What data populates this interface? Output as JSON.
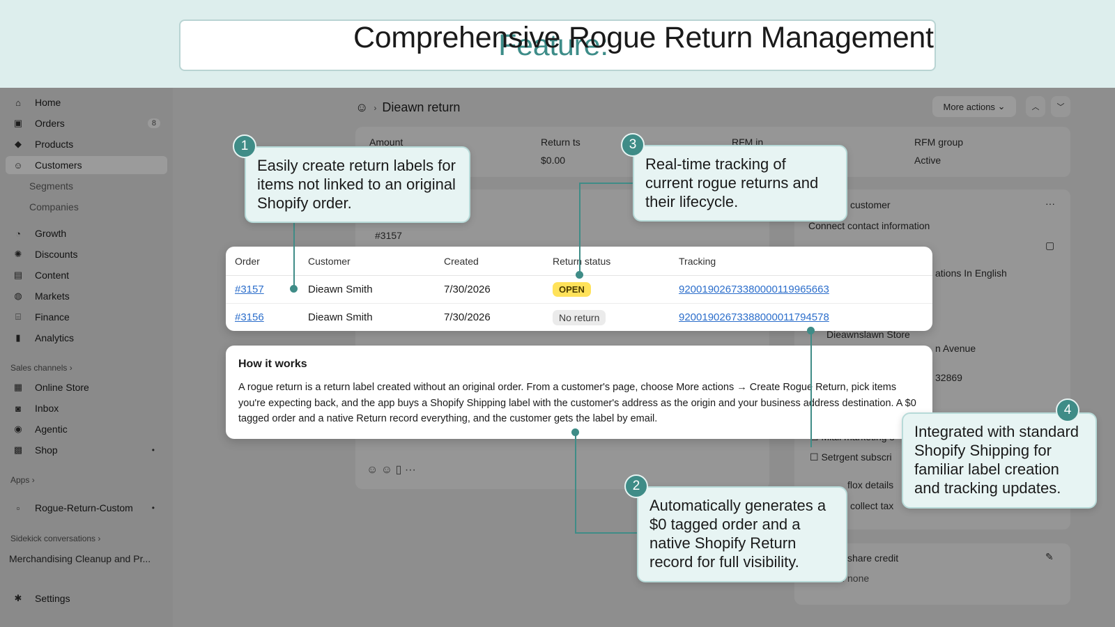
{
  "banner": {
    "accent": "Feature:",
    "title": "Comprehensive Rogue Return Management"
  },
  "sidebar": {
    "items": [
      {
        "label": "Home",
        "icon": "home-icon"
      },
      {
        "label": "Orders",
        "icon": "orders-icon",
        "badge": "8"
      },
      {
        "label": "Products",
        "icon": "tag-icon"
      },
      {
        "label": "Customers",
        "icon": "person-icon"
      },
      {
        "label": "Segments"
      },
      {
        "label": "Companies"
      },
      {
        "label": "Growth",
        "icon": "gauge-icon"
      },
      {
        "label": "Discounts",
        "icon": "discount-icon"
      },
      {
        "label": "Content",
        "icon": "content-icon"
      },
      {
        "label": "Markets",
        "icon": "globe-icon"
      },
      {
        "label": "Finance",
        "icon": "bank-icon"
      },
      {
        "label": "Analytics",
        "icon": "bar-chart-icon"
      }
    ],
    "sales_channels_label": "Sales channels",
    "channels": [
      {
        "label": "Online Store",
        "icon": "store-icon"
      },
      {
        "label": "Inbox",
        "icon": "inbox-icon"
      },
      {
        "label": "Agentic",
        "icon": "agentic-icon"
      },
      {
        "label": "Shop",
        "icon": "shop-icon"
      }
    ],
    "apps_label": "Apps",
    "app_item": "Rogue-Return-Custom",
    "sidekick_label": "Sidekick conversations",
    "sidekick_item": "Merchandising Cleanup and Pr...",
    "settings_label": "Settings"
  },
  "header": {
    "breadcrumb": "Dieawn return",
    "more_actions": "More actions"
  },
  "background": {
    "amount_label": "Amount",
    "returns_label": "Return ts",
    "returns_value": "$0.00",
    "rfm_label": "RFM in",
    "rfm_group_label": "RFM group",
    "rfm_group_value": "Active",
    "order_ref": "#3157",
    "customer_label": "customer",
    "contact_info": "Connect contact information",
    "language": "ations In English",
    "store": "Dieawnslawn Store",
    "avenue": "n Avenue",
    "zip": "32869",
    "mail_marketing": "Miail marketing s",
    "sms": "Setrgent subscri",
    "flox_details": "flox details",
    "collect_tax": "collect tax",
    "share_credit": "share credit",
    "no_items": "No item: none"
  },
  "table": {
    "headers": [
      "Order",
      "Customer",
      "Created",
      "Return status",
      "Tracking"
    ],
    "rows": [
      {
        "order": "#3157",
        "customer": "Dieawn Smith",
        "created": "7/30/2026",
        "status": "OPEN",
        "tracking": "92001902673380000119965663"
      },
      {
        "order": "#3156",
        "customer": "Dieawn Smith",
        "created": "7/30/2026",
        "status": "No return",
        "tracking": "92001902673388000011794578"
      }
    ]
  },
  "how_it_works": {
    "title": "How it works",
    "text": "A rogue return is a return label created without an original order. From a customer's page, choose More actions → Create Rogue Return, pick items you're expecting back, and the app buys a Shopify Shipping label with the customer's address as the origin and your business address destination. A $0 tagged order and a native Return record everything, and the customer gets the label by email."
  },
  "callouts": [
    {
      "num": "1",
      "text": "Easily create return labels for items not linked to an original Shopify order."
    },
    {
      "num": "2",
      "text": "Automatically generates a $0 tagged order and a native Shopify Return record for full visibility."
    },
    {
      "num": "3",
      "text": "Real-time tracking of current rogue returns and their lifecycle."
    },
    {
      "num": "4",
      "text": "Integrated with standard Shopify Shipping for familiar label creation and tracking updates."
    }
  ],
  "colors": {
    "accent": "#3f8c87",
    "banner_bg": "#ddeeed",
    "open_pill": "#ffe25a",
    "link": "#2c6ecb"
  }
}
